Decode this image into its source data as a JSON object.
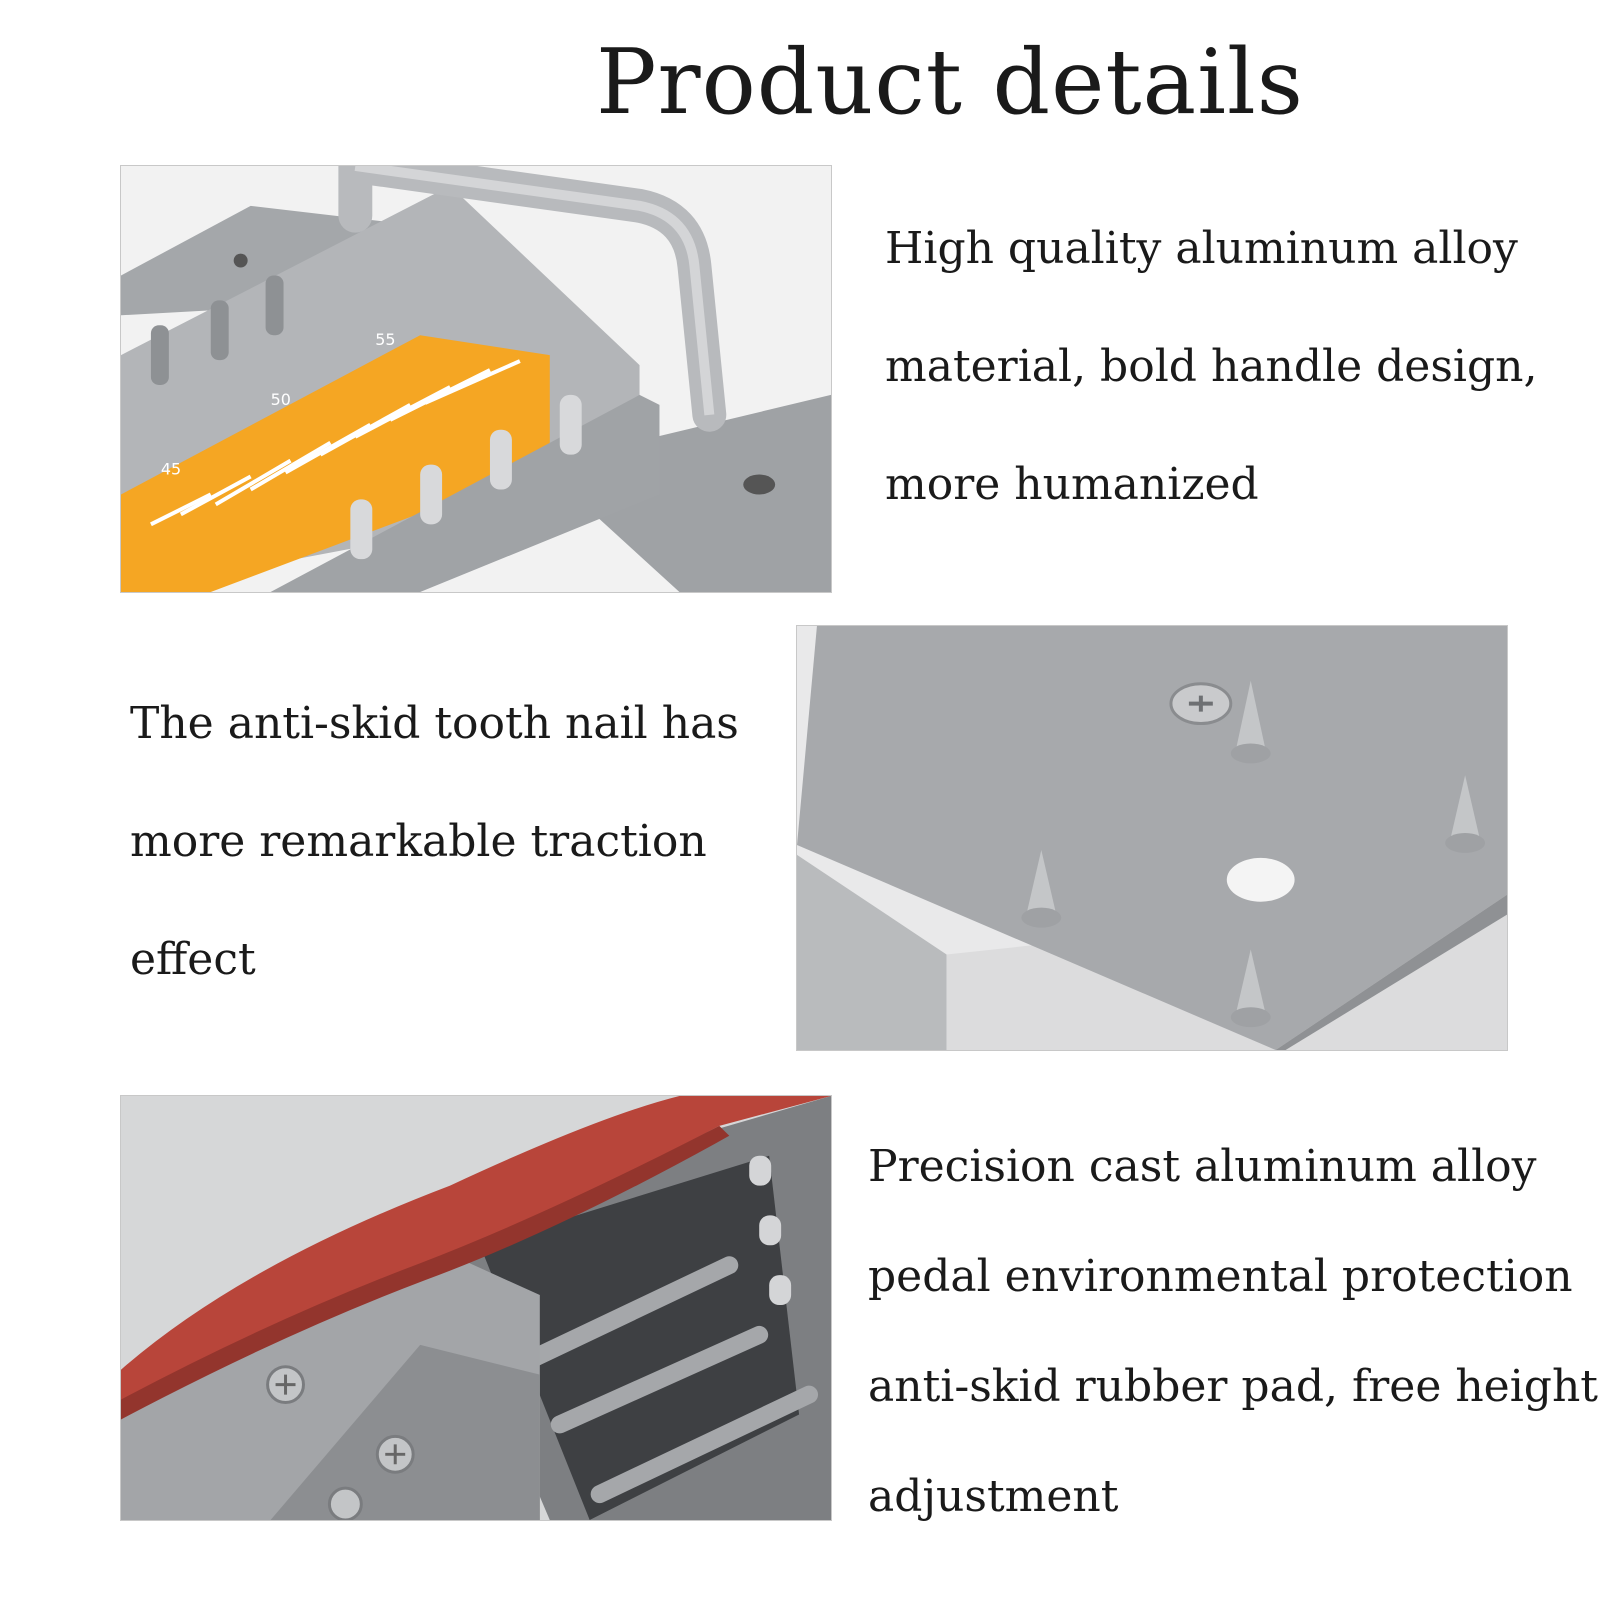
{
  "title": "Product details",
  "sections": [
    {
      "image": "aluminum-block-with-handle-and-ruler",
      "lines": [
        "High quality aluminum alloy",
        "material, bold handle design,",
        "more humanized"
      ]
    },
    {
      "image": "plate-with-anti-skid-spikes",
      "lines": [
        "The anti-skid tooth nail has",
        "more remarkable traction",
        "effect"
      ]
    },
    {
      "image": "pedal-with-red-rubber-pad",
      "lines": [
        "Precision cast aluminum alloy",
        "pedal environmental protection",
        "anti-skid rubber pad, free height",
        "adjustment"
      ]
    }
  ],
  "ruler_marks": [
    "55",
    "50",
    "45"
  ],
  "colors": {
    "aluminum": "#a9abae",
    "ruler": "#f5a623",
    "rubber": "#b8453a"
  }
}
